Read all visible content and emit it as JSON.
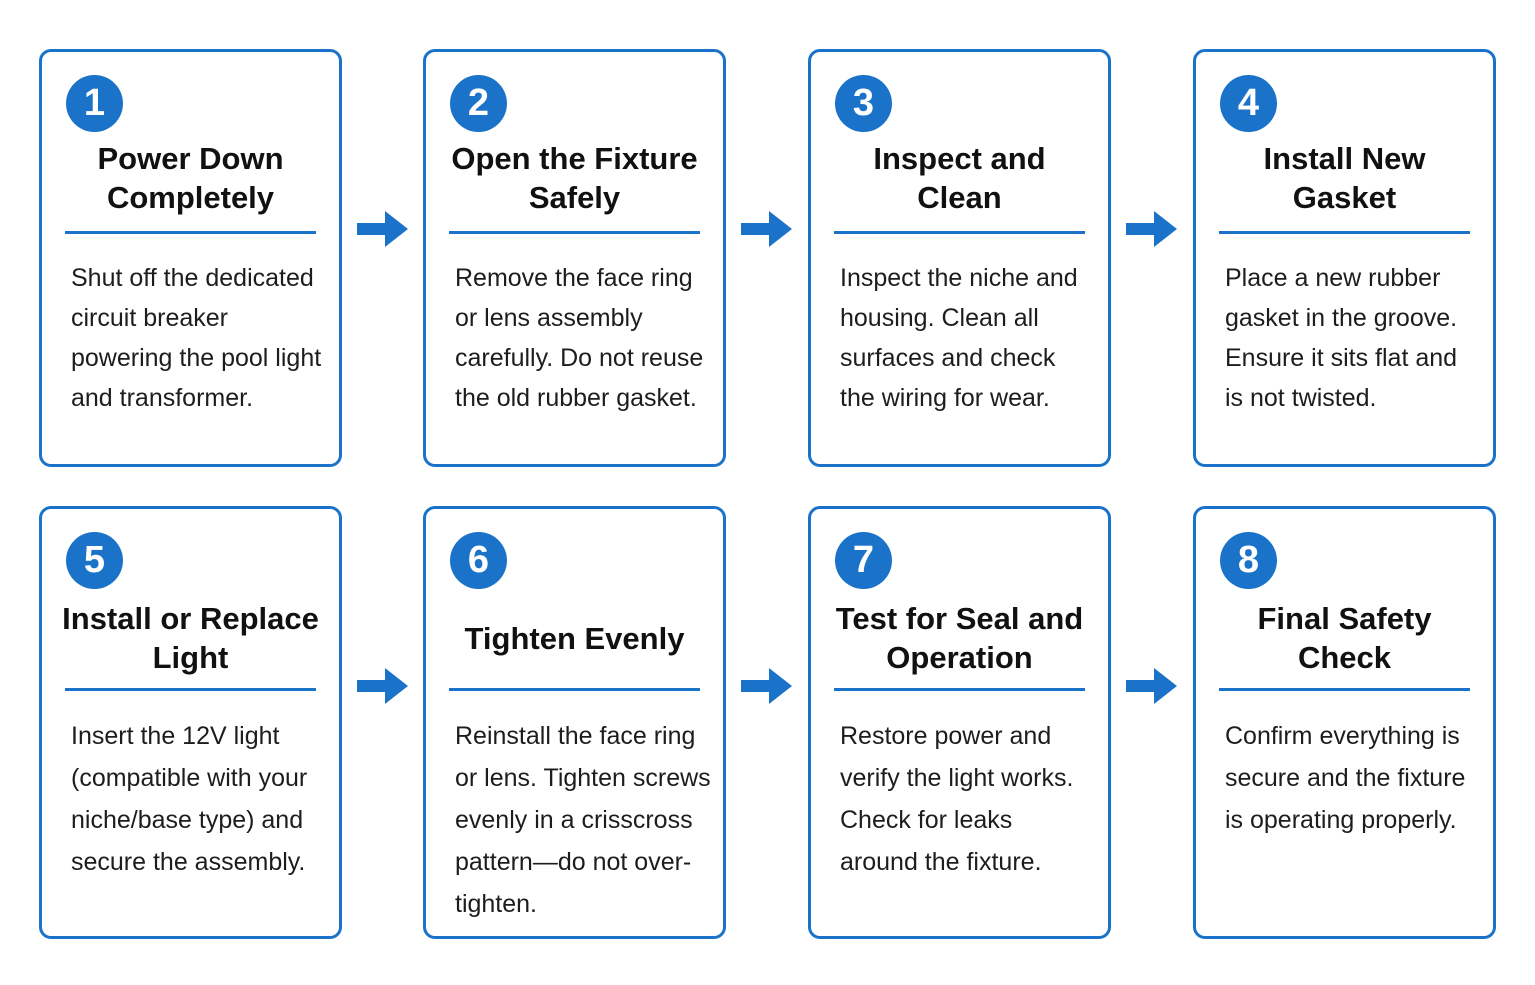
{
  "steps": [
    {
      "number": "1",
      "title": "Power Down Completely",
      "body": "Shut off the dedicated circuit breaker powering the pool light and transformer."
    },
    {
      "number": "2",
      "title": "Open the Fixture Safely",
      "body": "Remove the face ring or lens assembly carefully. Do not reuse the old rubber gasket."
    },
    {
      "number": "3",
      "title": "Inspect and Clean",
      "body": "Inspect the niche and housing. Clean all surfaces and check the wiring for wear."
    },
    {
      "number": "4",
      "title": "Install New Gasket",
      "body": "Place a new rubber gasket in the groove. Ensure it sits flat and is not twisted."
    },
    {
      "number": "5",
      "title": "Install or Replace Light",
      "body": "Insert the 12V light (compatible with your niche/base type) and secure the assembly."
    },
    {
      "number": "6",
      "title": "Tighten Evenly",
      "body": "Reinstall the face ring or lens. Tighten screws evenly in a crisscross pattern—do not over-tighten."
    },
    {
      "number": "7",
      "title": "Test for Seal and Operation",
      "body": "Restore power and verify the light works. Check for leaks around the fixture."
    },
    {
      "number": "8",
      "title": "Final Safety Check",
      "body": "Confirm everything is secure and the fixture is operating properly."
    }
  ],
  "colors": {
    "accent": "#1a73c9",
    "text": "#111111",
    "background": "#ffffff"
  },
  "icons": {
    "connector": "arrow-right-icon"
  }
}
